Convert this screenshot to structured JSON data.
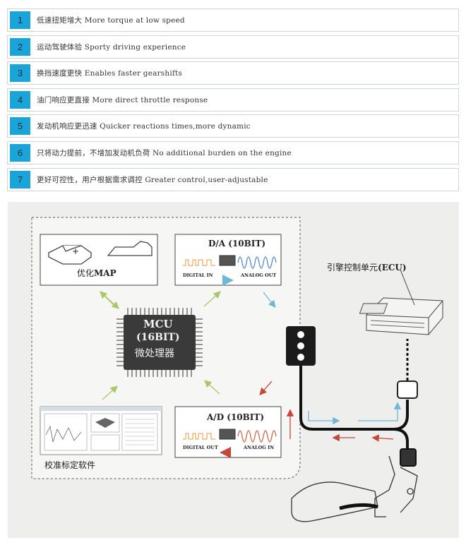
{
  "features": [
    {
      "num": "1",
      "text": "低速扭矩增大 More torque at low speed"
    },
    {
      "num": "2",
      "text": "运动驾驶体验 Sporty driving experience"
    },
    {
      "num": "3",
      "text": "换挡速度更快 Enables faster gearshifts"
    },
    {
      "num": "4",
      "text": "油门响应更直接 More direct throttle response"
    },
    {
      "num": "5",
      "text": "发动机响应更迅速 Quicker reactions times,more dynamic"
    },
    {
      "num": "6",
      "text": "只将动力提前，不增加发动机负荷  No additional burden on the engine"
    },
    {
      "num": "7",
      "text": "更好可控性，用户根据需求调控  Greater control,user-adjustable"
    }
  ],
  "diagram": {
    "map_label_cn": "优化",
    "map_label_en": "MAP",
    "plus_sign": "+",
    "da_title": "D/A (10BIT)",
    "da_in": "DIGITAL IN",
    "da_out": "ANALOG OUT",
    "mcu_line1": "MCU",
    "mcu_line2": "(16BIT)",
    "mcu_line3": "微处理器",
    "ad_title": "A/D (10BIT)",
    "ad_out": "DIGITAL OUT",
    "ad_in": "ANALOG IN",
    "calib_label": "校准标定软件",
    "ecu_label_cn": "引擎控制单元",
    "ecu_label_en": "(ECU)"
  },
  "colors": {
    "badge": "#1aa5d9",
    "arrow_green": "#a8c86a",
    "arrow_blue": "#6fb7d8",
    "arrow_red": "#c8453a",
    "panel_bg": "#eeeeec"
  }
}
